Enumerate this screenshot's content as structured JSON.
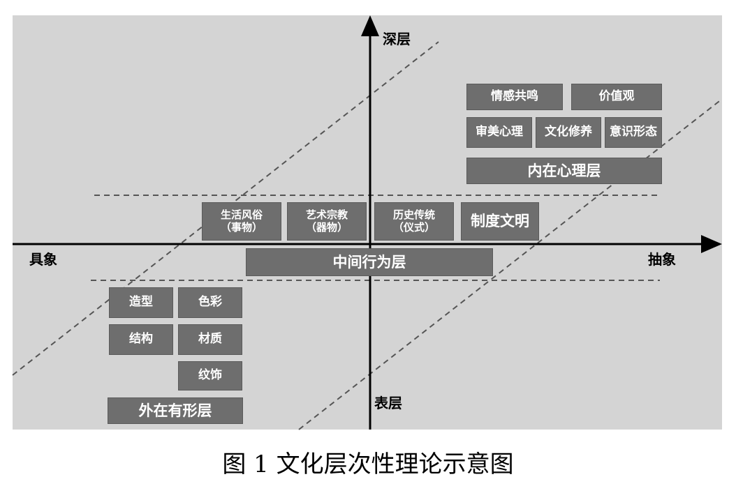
{
  "axes": {
    "top": "深层",
    "bottom": "表层",
    "left": "具象",
    "right": "抽象"
  },
  "inner_layer": {
    "items": [
      "情感共鸣",
      "价值观",
      "审美心理",
      "文化修养",
      "意识形态"
    ],
    "label": "内在心理层"
  },
  "middle_layer": {
    "items": [
      {
        "line1": "生活风俗",
        "line2": "（事物）"
      },
      {
        "line1": "艺术宗教",
        "line2": "（器物）"
      },
      {
        "line1": "历史传统",
        "line2": "（仪式）"
      }
    ],
    "system": "制度文明",
    "label": "中间行为层"
  },
  "outer_layer": {
    "items": [
      "造型",
      "色彩",
      "结构",
      "材质",
      "纹饰"
    ],
    "label": "外在有形层"
  },
  "caption": "图 1  文化层次性理论示意图"
}
